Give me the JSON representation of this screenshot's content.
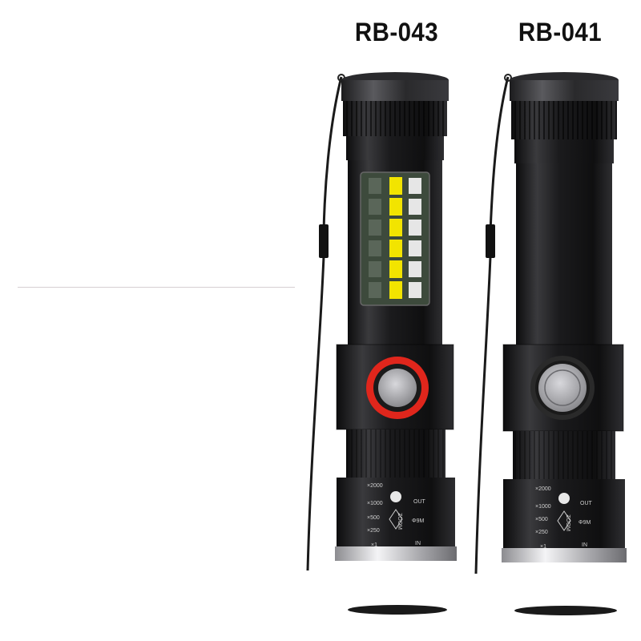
{
  "models": [
    {
      "id": "rb-043",
      "name": "RB-043",
      "button_ring_color": "#e0261c",
      "has_side_led_panel": true,
      "zoom_scale": {
        "out_label": "OUT",
        "in_label": "IN",
        "zoom_label": "ZOOM",
        "magnifications": [
          "×2000",
          "×1000",
          "×500",
          "×250",
          "×1"
        ],
        "lens_label": "Φ9M"
      }
    },
    {
      "id": "rb-041",
      "name": "RB-041",
      "button_ring_color": "#2a2a2a",
      "has_side_led_panel": false,
      "zoom_scale": {
        "out_label": "OUT",
        "in_label": "IN",
        "zoom_label": "ZOOM",
        "magnifications": [
          "×2000",
          "×1000",
          "×500",
          "×250",
          "×1"
        ],
        "lens_label": "Φ9M"
      }
    }
  ],
  "colors": {
    "body": "#1a1a1c",
    "led_yellow": "#f2e400",
    "led_white": "#e6e6e6",
    "led_panel": "#3d4a3c"
  }
}
